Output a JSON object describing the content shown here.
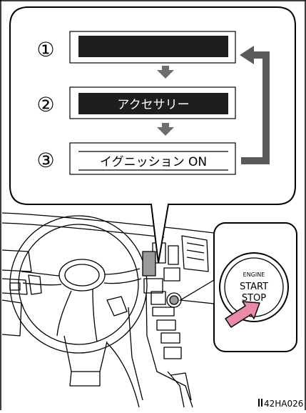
{
  "steps": [
    {
      "num": "①",
      "label": "",
      "style": "dark"
    },
    {
      "num": "②",
      "label": "アクセサリー",
      "style": "dark"
    },
    {
      "num": "③",
      "label": "イグニッション ON",
      "style": "light"
    }
  ],
  "button": {
    "line1": "ENGINE",
    "line2": "START",
    "line3": "STOP"
  },
  "image_code": "42HA026",
  "colors": {
    "arrow_gray": "#6d6d6d",
    "loop_arrow": "#5a5a5a",
    "bar_dark": "#1e1e1e",
    "hand_pink": "#e98aa6",
    "line": "#000000"
  }
}
